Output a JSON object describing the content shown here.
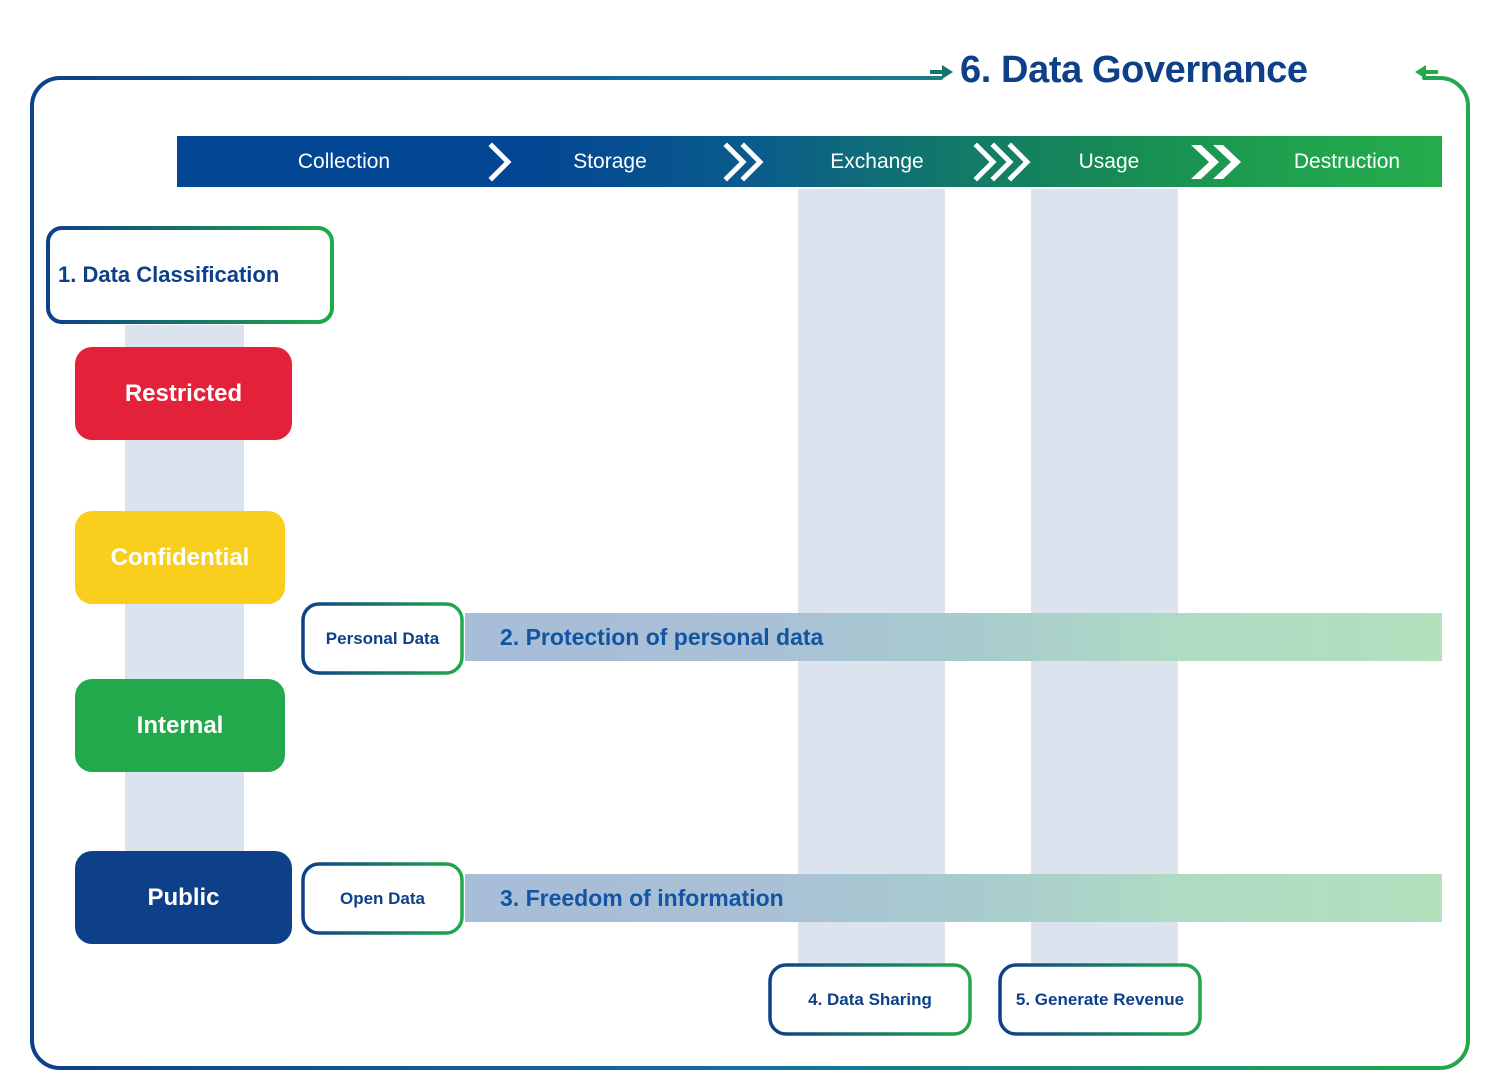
{
  "title": "6. Data Governance",
  "colors": {
    "brand_blue": "#0D4089",
    "bar_blue": "#034693",
    "brand_green": "#22A94B",
    "restricted_red": "#E4213B",
    "confidential_yellow": "#F9CE1D",
    "internal_green": "#22A94B",
    "public_blue": "#0D4089",
    "band_light_blue": "#DBE3EF",
    "band_gradient_start": "#A7BDD8",
    "band_gradient_end": "#B4E0BE",
    "label_blue": "#1155A3"
  },
  "lifecycle": {
    "stages": [
      {
        "label": "Collection",
        "chevrons": 1
      },
      {
        "label": "Storage",
        "chevrons": 2
      },
      {
        "label": "Exchange",
        "chevrons": 3
      },
      {
        "label": "Usage",
        "chevrons": 2
      },
      {
        "label": "Destruction",
        "chevrons": 0
      }
    ]
  },
  "classification": {
    "box_label": "1. Data Classification",
    "levels": [
      {
        "label": "Restricted",
        "color": "#E4213B"
      },
      {
        "label": "Confidential",
        "color": "#F9CE1D"
      },
      {
        "label": "Internal",
        "color": "#22A94B"
      },
      {
        "label": "Public",
        "color": "#0D4089"
      }
    ]
  },
  "tracks": [
    {
      "tag": "Personal Data",
      "label": "2. Protection of personal data"
    },
    {
      "tag": "Open Data",
      "label": "3. Freedom of information"
    }
  ],
  "callouts": [
    {
      "label": "4. Data Sharing"
    },
    {
      "label": "5. Generate Revenue"
    }
  ],
  "icons": {
    "title_arrow_left": "arrow-right-icon",
    "title_arrow_right": "arrow-left-icon",
    "stage_separator": "chevron-right-icon"
  }
}
